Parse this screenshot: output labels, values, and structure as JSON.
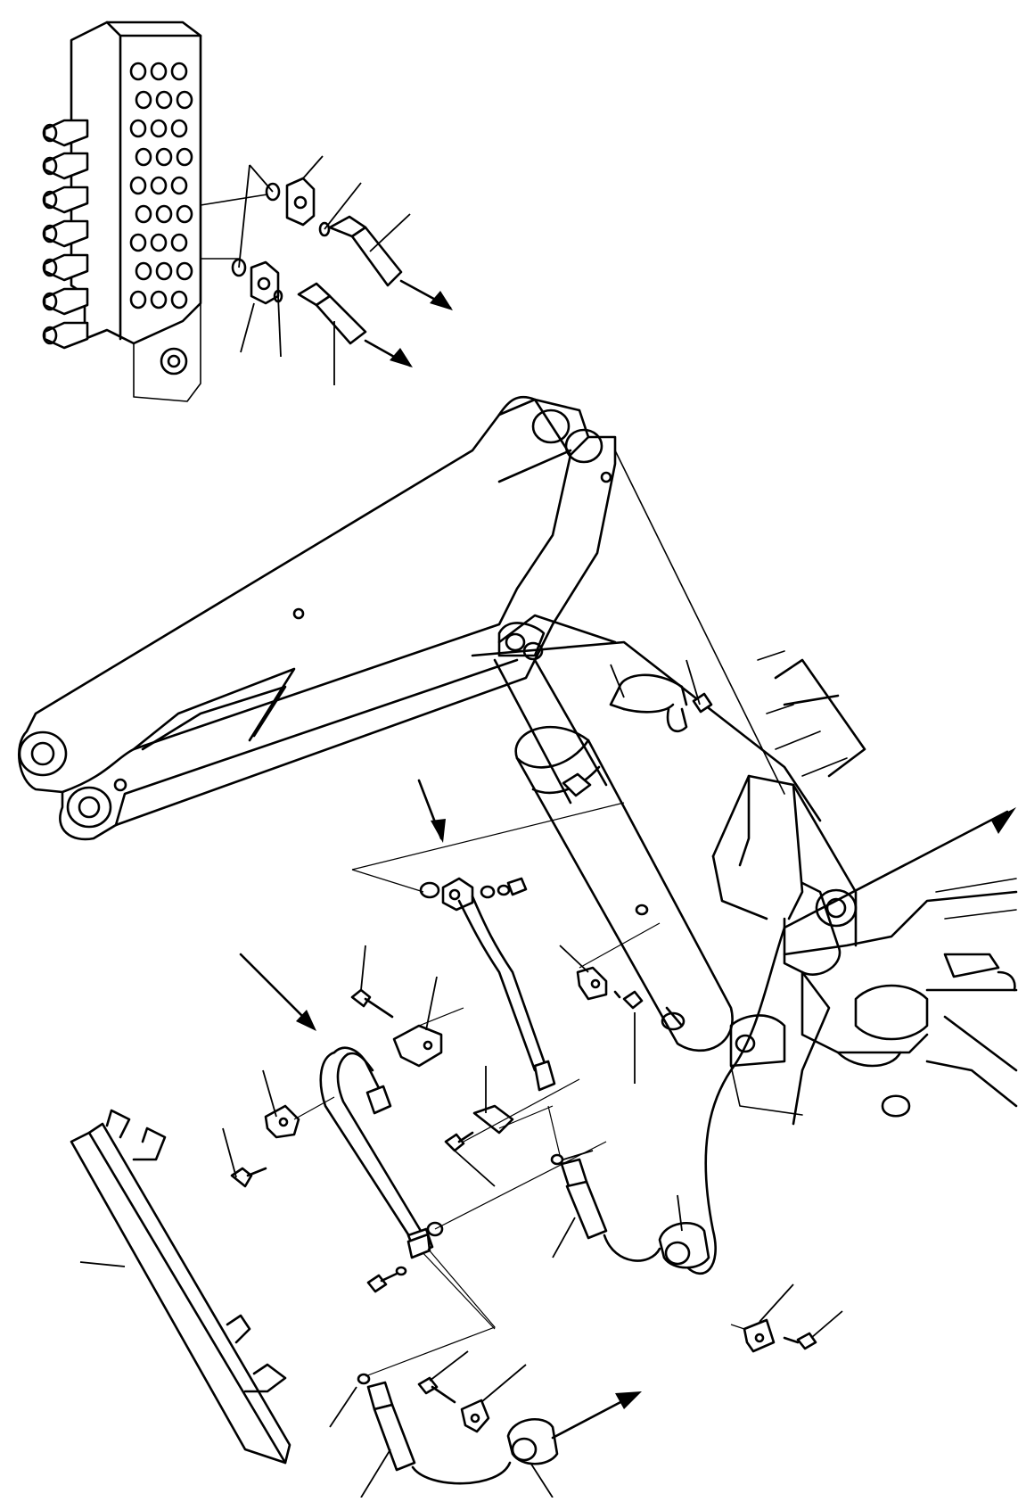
{
  "figure": {
    "type": "exploded-parts-diagram",
    "callout_style": "unlabeled-leader-lines"
  },
  "parts": [
    {
      "name": "control-valve"
    },
    {
      "name": "boom"
    },
    {
      "name": "boom-cylinder"
    },
    {
      "name": "hydraulic-hose-upper"
    },
    {
      "name": "hydraulic-hose-lower"
    },
    {
      "name": "pipe-u-bend"
    },
    {
      "name": "pipe-straight"
    },
    {
      "name": "hose-guard-cover"
    },
    {
      "name": "hose-clamp"
    },
    {
      "name": "clip-bracket"
    },
    {
      "name": "bolt"
    },
    {
      "name": "o-ring"
    },
    {
      "name": "union-elbow"
    },
    {
      "name": "swing-frame"
    }
  ]
}
